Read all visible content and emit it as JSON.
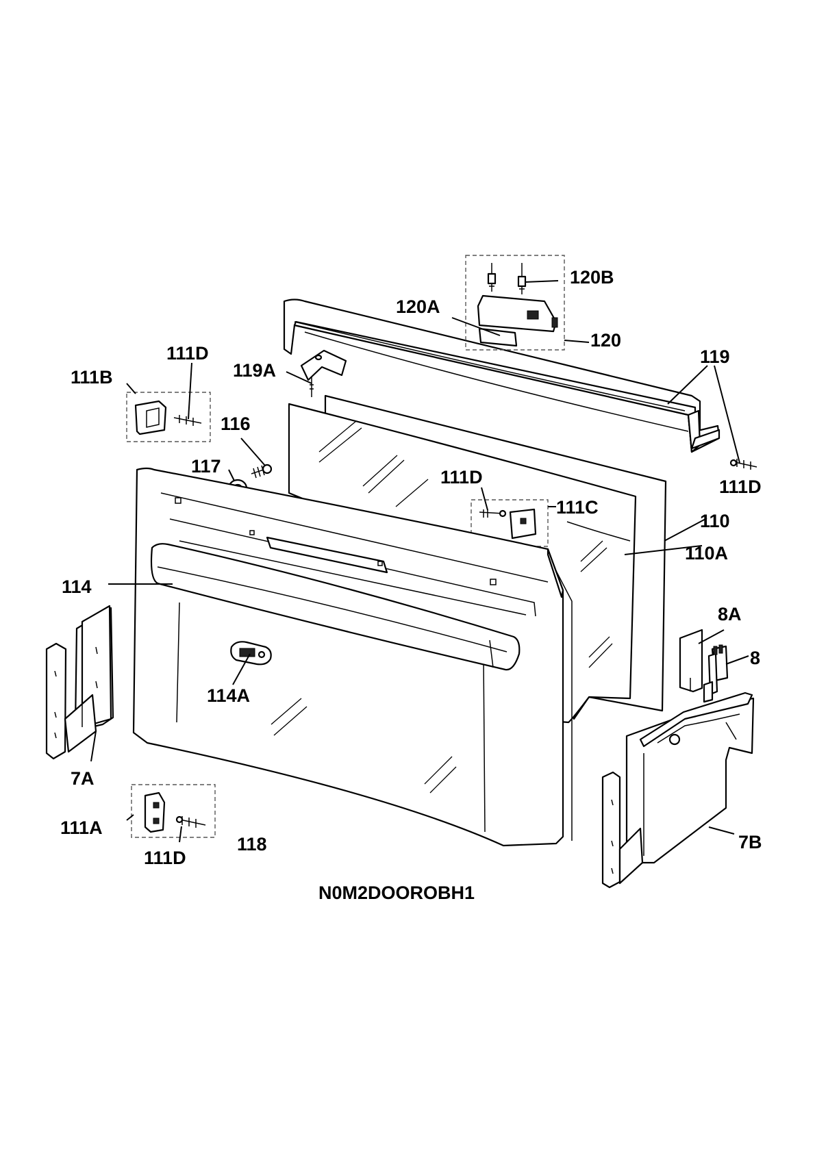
{
  "diagram": {
    "drawing_code": "N0M2DOOROBH1",
    "callouts": {
      "c120B": "120B",
      "c120A": "120A",
      "c120": "120",
      "c119": "119",
      "c119A": "119A",
      "c111D_top": "111D",
      "c111B": "111B",
      "c116": "116",
      "c117": "117",
      "c111D_mid": "111D",
      "c111C": "111C",
      "c111D_right": "111D",
      "c110": "110",
      "c110A": "110A",
      "c114": "114",
      "c114A": "114A",
      "c8A": "8A",
      "c8": "8",
      "c7A": "7A",
      "c7B": "7B",
      "c111A": "111A",
      "c111D_bottom": "111D",
      "c118": "118"
    }
  }
}
